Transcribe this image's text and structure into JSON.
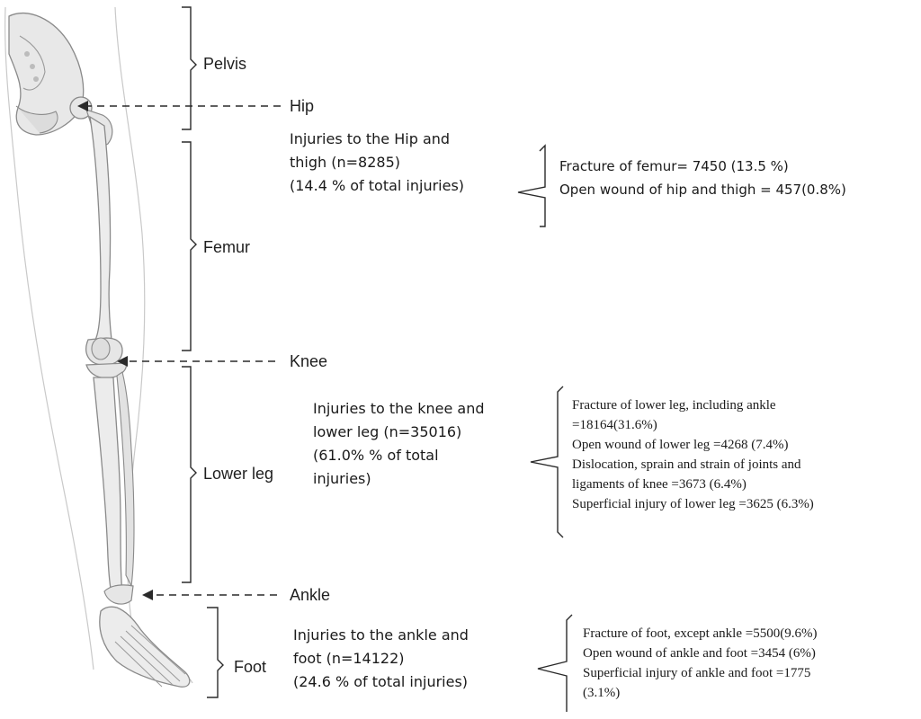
{
  "regions": {
    "pelvis": "Pelvis",
    "femur": "Femur",
    "lower_leg": "Lower leg",
    "foot": "Foot"
  },
  "joints": {
    "hip": "Hip",
    "knee": "Knee",
    "ankle": "Ankle"
  },
  "summaries": {
    "hip_thigh": "Injuries to the Hip and\nthigh (n=8285)\n (14.4 % of total injuries)",
    "knee_lower_leg": "Injuries to the knee and\nlower leg (n=35016)\n (61.0% % of total\ninjuries)",
    "ankle_foot": "Injuries to the ankle and\nfoot (n=14122)\n (24.6 % of total injuries)"
  },
  "details": {
    "hip_thigh": [
      "Fracture of femur= 7450 (13.5 %)",
      "Open wound of hip and thigh = 457(0.8%)"
    ],
    "knee_lower_leg": [
      "Fracture of lower leg, including ankle",
      "=18164(31.6%)",
      "Open wound of lower leg =4268 (7.4%)",
      "Dislocation, sprain and strain of joints and",
      "ligaments of knee =3673 (6.4%)",
      "Superficial injury of lower leg =3625 (6.3%)"
    ],
    "ankle_foot": [
      "Fracture of foot, except ankle =5500(9.6%)",
      "Open wound of ankle and foot =3454 (6%)",
      "Superficial injury of ankle and foot =1775",
      "(3.1%)"
    ]
  }
}
